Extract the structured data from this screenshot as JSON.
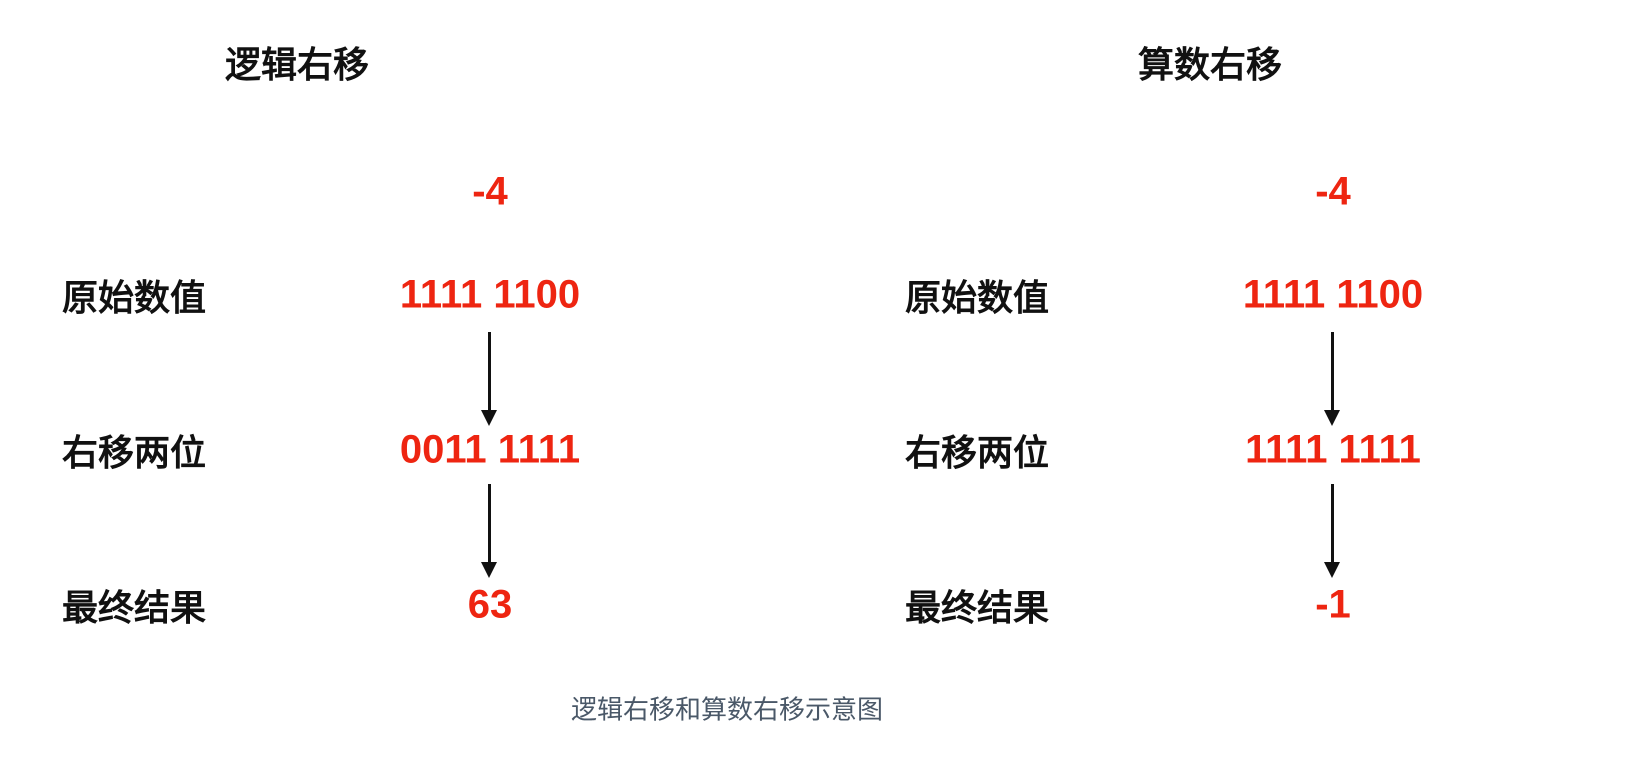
{
  "panels": [
    {
      "title": "逻辑右移",
      "input": "-4",
      "rows": [
        {
          "label": "原始数值",
          "value": "1111 1100"
        },
        {
          "label": "右移两位",
          "value": "0011 1111"
        },
        {
          "label": "最终结果",
          "value": "63"
        }
      ]
    },
    {
      "title": "算数右移",
      "input": "-4",
      "rows": [
        {
          "label": "原始数值",
          "value": "1111 1100"
        },
        {
          "label": "右移两位",
          "value": "1111 1111"
        },
        {
          "label": "最终结果",
          "value": "-1"
        }
      ]
    }
  ],
  "caption": "逻辑右移和算数右移示意图",
  "colors": {
    "value": "#ee2511",
    "text": "#111111",
    "caption": "#4a5868"
  }
}
